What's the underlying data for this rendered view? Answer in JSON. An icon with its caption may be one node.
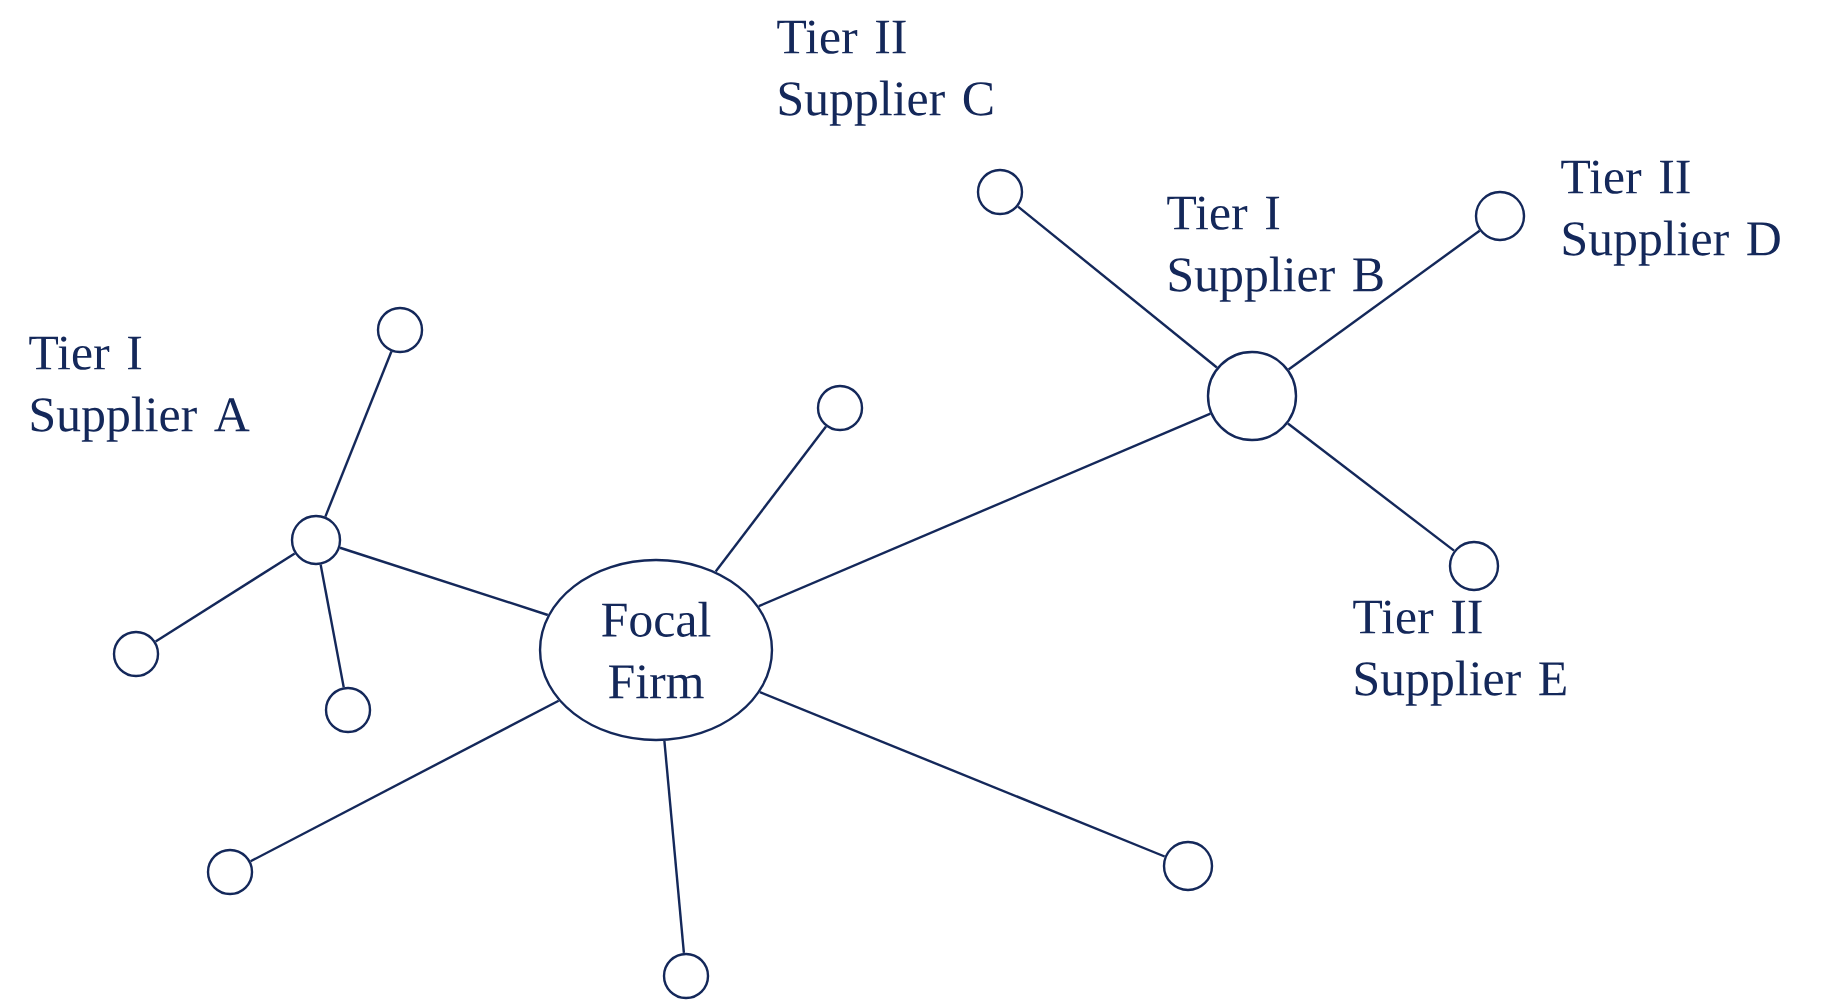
{
  "diagram": {
    "nodes": [
      {
        "text": [
          "Focal Firm"
        ]
      },
      {
        "text": [],
        "shape": "circle",
        "beside": [
          "Tier I Supplier A"
        ]
      },
      {
        "text": [],
        "shape": "circle"
      },
      {
        "text": [],
        "shape": "circle"
      },
      {
        "text": [],
        "shape": "circle"
      },
      {
        "text": [],
        "shape": "circle"
      },
      {
        "text": [],
        "shape": "circle",
        "beside": [
          "Tier I Supplier B"
        ]
      },
      {
        "text": [],
        "shape": "circle",
        "beside": [
          "Tier II Supplier C"
        ]
      },
      {
        "text": [],
        "shape": "circle",
        "beside": [
          "Tier II Supplier D"
        ]
      },
      {
        "text": [],
        "shape": "circle",
        "beside": [
          "Tier II Supplier E"
        ]
      },
      {
        "text": [],
        "shape": "circle"
      },
      {
        "text": [],
        "shape": "circle"
      },
      {
        "text": [],
        "shape": "circle"
      }
    ],
    "edges": [
      {
        "from": 0,
        "to": 1,
        "arrow": "none"
      },
      {
        "from": 1,
        "to": 2,
        "arrow": "none"
      },
      {
        "from": 1,
        "to": 3,
        "arrow": "none"
      },
      {
        "from": 1,
        "to": 4,
        "arrow": "none"
      },
      {
        "from": 0,
        "to": 5,
        "arrow": "none"
      },
      {
        "from": 0,
        "to": 6,
        "arrow": "none"
      },
      {
        "from": 6,
        "to": 7,
        "arrow": "none"
      },
      {
        "from": 6,
        "to": 8,
        "arrow": "none"
      },
      {
        "from": 6,
        "to": 9,
        "arrow": "none"
      },
      {
        "from": 0,
        "to": 10,
        "arrow": "none"
      },
      {
        "from": 0,
        "to": 11,
        "arrow": "none"
      },
      {
        "from": 0,
        "to": 12,
        "arrow": "none"
      }
    ]
  }
}
